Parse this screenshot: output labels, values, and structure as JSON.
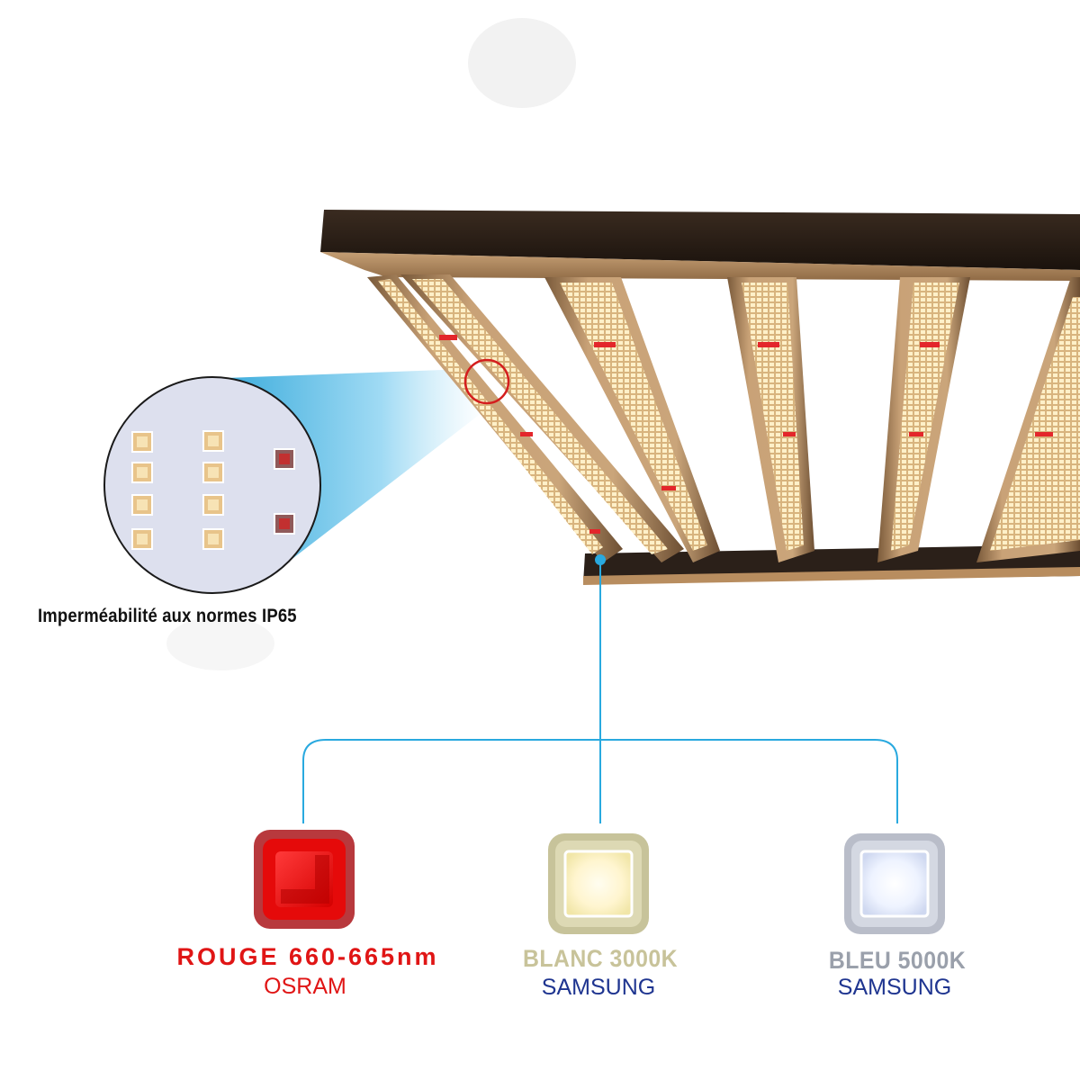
{
  "caption": "Imperméabilité aux normes IP65",
  "chips": [
    {
      "name": "ROUGE 660-665nm",
      "brand": "OSRAM",
      "icon": "red-led-chip-icon",
      "color": "#e01515"
    },
    {
      "name": "BLANC 3000K",
      "brand": "SAMSUNG",
      "icon": "warm-white-led-chip-icon",
      "color": "#c8c39a"
    },
    {
      "name": "BLEU 5000K",
      "brand": "SAMSUNG",
      "icon": "cool-white-led-chip-icon",
      "color": "#9aa0ab"
    }
  ],
  "colors": {
    "connector": "#29a9df",
    "frame": "#2a1e16",
    "bar": "#b68f63",
    "brand": "#1f3590"
  }
}
